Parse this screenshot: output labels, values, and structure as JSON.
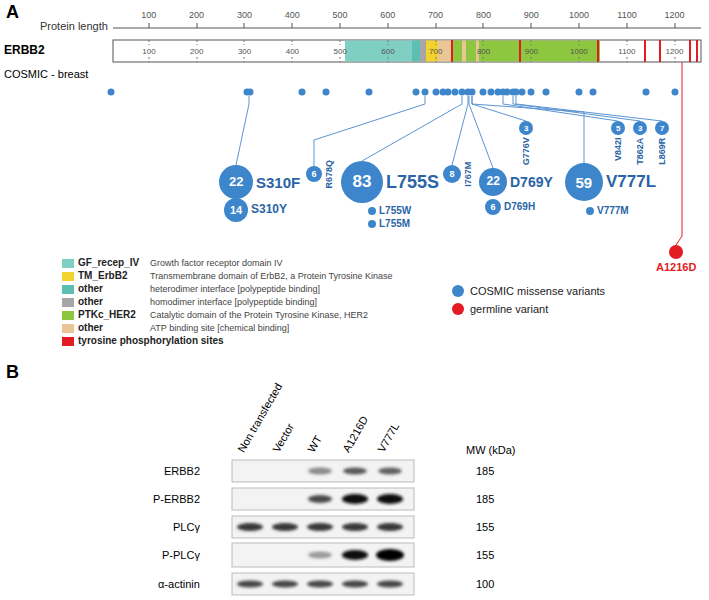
{
  "diagram": {
    "nodes": [
      {
        "text": [
          "22",
          "S310F"
        ]
      },
      {
        "text": [
          "14",
          "S310Y"
        ]
      },
      {
        "text": [
          "6",
          "R678Q"
        ]
      },
      {
        "text": [
          "83",
          "L755S"
        ]
      },
      {
        "text": [
          "L755W"
        ]
      },
      {
        "text": [
          "L755M"
        ]
      },
      {
        "text": [
          "8",
          "I767M"
        ]
      },
      {
        "text": [
          "22",
          "D769Y"
        ]
      },
      {
        "text": [
          "6",
          "D769H"
        ]
      },
      {
        "text": [
          "3",
          "G776V"
        ]
      },
      {
        "text": [
          "59",
          "V777L"
        ]
      },
      {
        "text": [
          "V777M"
        ]
      },
      {
        "text": [
          "5",
          "V842I"
        ]
      },
      {
        "text": [
          "3",
          "T862A"
        ]
      },
      {
        "text": [
          "7",
          "L869R"
        ]
      },
      {
        "text": [
          "A1216D"
        ]
      }
    ],
    "labels": [
      "A",
      "Protein length",
      "100",
      "200",
      "300",
      "400",
      "500",
      "600",
      "700",
      "800",
      "900",
      "1000",
      "1100",
      "1200",
      "ERBB2",
      "100",
      "200",
      "300",
      "400",
      "500",
      "600",
      "700",
      "800",
      "900",
      "1000",
      "1100",
      "1200",
      "COSMIC - breast",
      "Growth factor receptor domain IV",
      "Transmembrane domain of ErbB2, a Protein Tyrosine Kinase",
      "heterodimer interface [polypeptide binding]",
      "homodimer interface [polypeptide binding]",
      "Catalytic domain of the Protein Tyrosine Kinase, HER2",
      "ATP binding site [chemical binding]",
      "B",
      "Non transfected",
      "Vector",
      "WT",
      "A1216D",
      "V777L",
      "MW (kDa)",
      "ERBB2",
      "P-ERBB2",
      "PLCγ",
      "P-PLCγ",
      "α-actinin",
      "185",
      "185",
      "155",
      "155",
      "100"
    ],
    "legend": [
      {
        "text": "GF_recep_IV",
        "color": "#80cfc3"
      },
      {
        "text": "TM_ErbB2",
        "color": "#f2d22e"
      },
      {
        "text": "other",
        "color": "#5dbfb1"
      },
      {
        "text": "other",
        "color": "#a6a6a6"
      },
      {
        "text": "PTKc_HER2",
        "color": "#8dc63f"
      },
      {
        "text": "other",
        "color": "#e9c795"
      },
      {
        "text": "tyrosine phosphorylation sites",
        "color": "#e31b23"
      },
      {
        "text": "COSMIC missense variants",
        "color": "#3d86cc"
      },
      {
        "text": "germline variant",
        "color": "#e31b23"
      }
    ]
  }
}
